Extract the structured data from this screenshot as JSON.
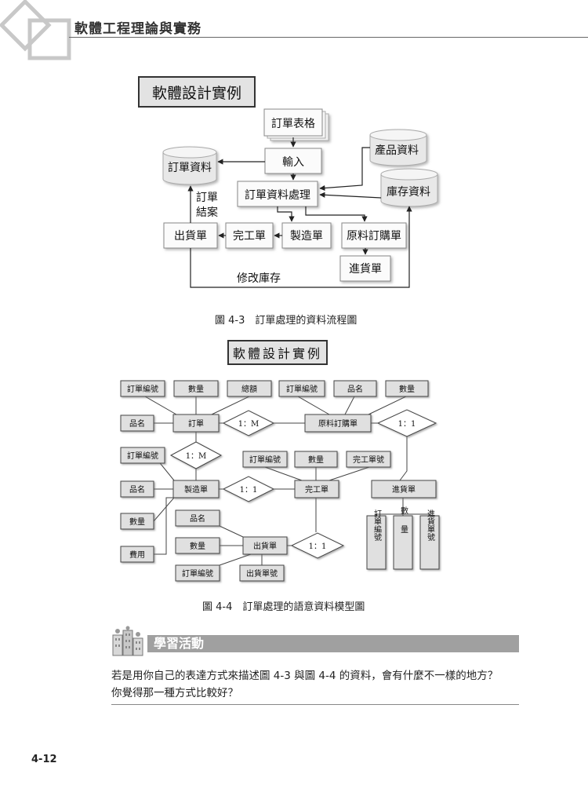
{
  "header": {
    "title": "軟體工程理論與實務"
  },
  "figure1": {
    "title": "軟體設計實例",
    "nodes": {
      "order_form": "訂單表格",
      "input": "輸入",
      "order_data": "訂單資料",
      "product_data": "產品資料",
      "order_processing": "訂單資料處理",
      "inventory_data": "庫存資料",
      "order_closed_1": "訂單",
      "order_closed_2": "結案",
      "shipping_order": "出貨單",
      "completion_order": "完工單",
      "manufacturing_order": "製造單",
      "material_purchase": "原料訂購單",
      "receiving_order": "進貨單",
      "modify_inventory": "修改庫存"
    },
    "caption": "圖 4-3　訂單處理的資料流程圖"
  },
  "figure2": {
    "title": "軟體設計實例",
    "attrs": {
      "order_no_1": "訂單編號",
      "qty_1": "數量",
      "total": "總額",
      "order_no_2": "訂單編號",
      "product_name_1": "品名",
      "qty_2": "數量",
      "product_name_2": "品名",
      "order_no_3": "訂單編號",
      "product_name_3": "品名",
      "qty_3": "數量",
      "cost": "費用",
      "order_no_4": "訂單編號",
      "qty_4": "數量",
      "completion_no": "完工單號",
      "product_name_4": "品名",
      "qty_5": "數量",
      "order_no_5": "訂單編號",
      "shipping_no": "出貨單號",
      "recv_order_no": "訂單編號",
      "recv_qty": "數量",
      "recv_no": "進貨單號"
    },
    "entities": {
      "order": "訂單",
      "material_purchase": "原料訂購單",
      "manufacturing": "製造單",
      "completion": "完工單",
      "receiving": "進貨單",
      "shipping": "出貨單"
    },
    "relations": {
      "r1": "1：M",
      "r2": "1：1",
      "r3": "1：M",
      "r4": "1：1",
      "r5": "1：1"
    },
    "caption": "圖 4-4　訂單處理的語意資料模型圖"
  },
  "activity": {
    "label": "學習活動",
    "text_line1": "若是用你自己的表達方式來描述圖 4-3 與圖 4-4 的資料，會有什麼不一樣的地方？",
    "text_line2": "你覺得那一種方式比較好？"
  },
  "page_number": "4-12"
}
